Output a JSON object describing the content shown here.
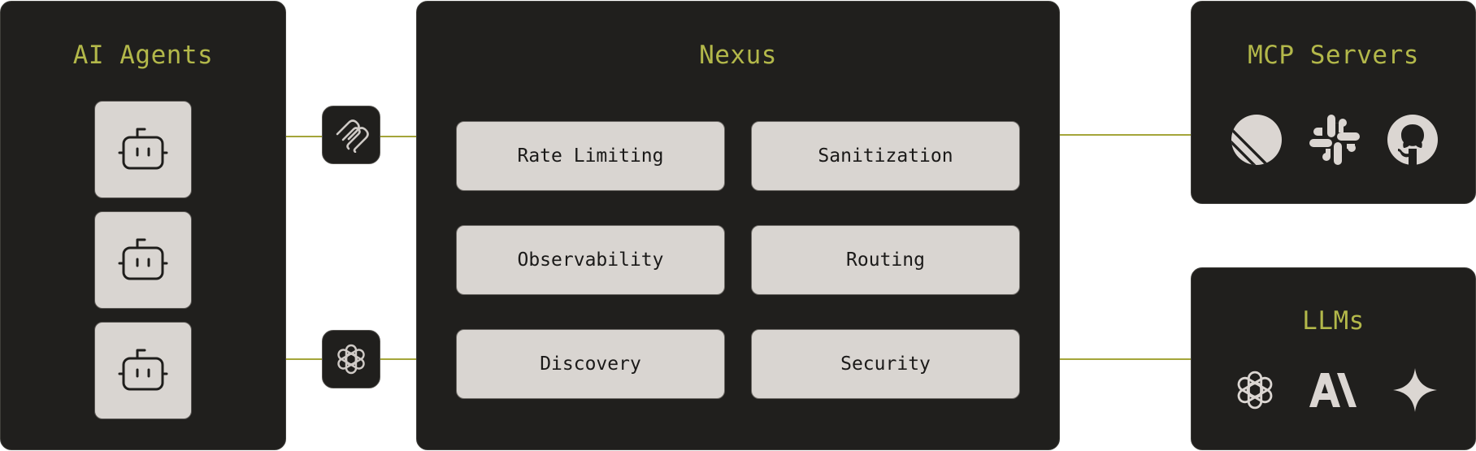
{
  "agents": {
    "title": "AI Agents",
    "tiles": [
      "robot-icon",
      "robot-icon",
      "robot-icon"
    ]
  },
  "protocols": [
    "mcp-icon",
    "openai-icon"
  ],
  "nexus": {
    "title": "Nexus",
    "features": [
      "Rate Limiting",
      "Sanitization",
      "Observability",
      "Routing",
      "Discovery",
      "Security"
    ]
  },
  "mcp_servers": {
    "title": "MCP Servers",
    "logos": [
      "linear-icon",
      "slack-icon",
      "github-icon"
    ]
  },
  "llms": {
    "title": "LLMs",
    "logos": [
      "openai-icon",
      "anthropic-icon",
      "gemini-icon"
    ]
  },
  "colors": {
    "background": "#ffffff",
    "panel": "#201f1d",
    "tile": "#d9d5d1",
    "accent": "#b3b84a",
    "connector": "#a4a53a",
    "logo": "#dbd6d2"
  }
}
